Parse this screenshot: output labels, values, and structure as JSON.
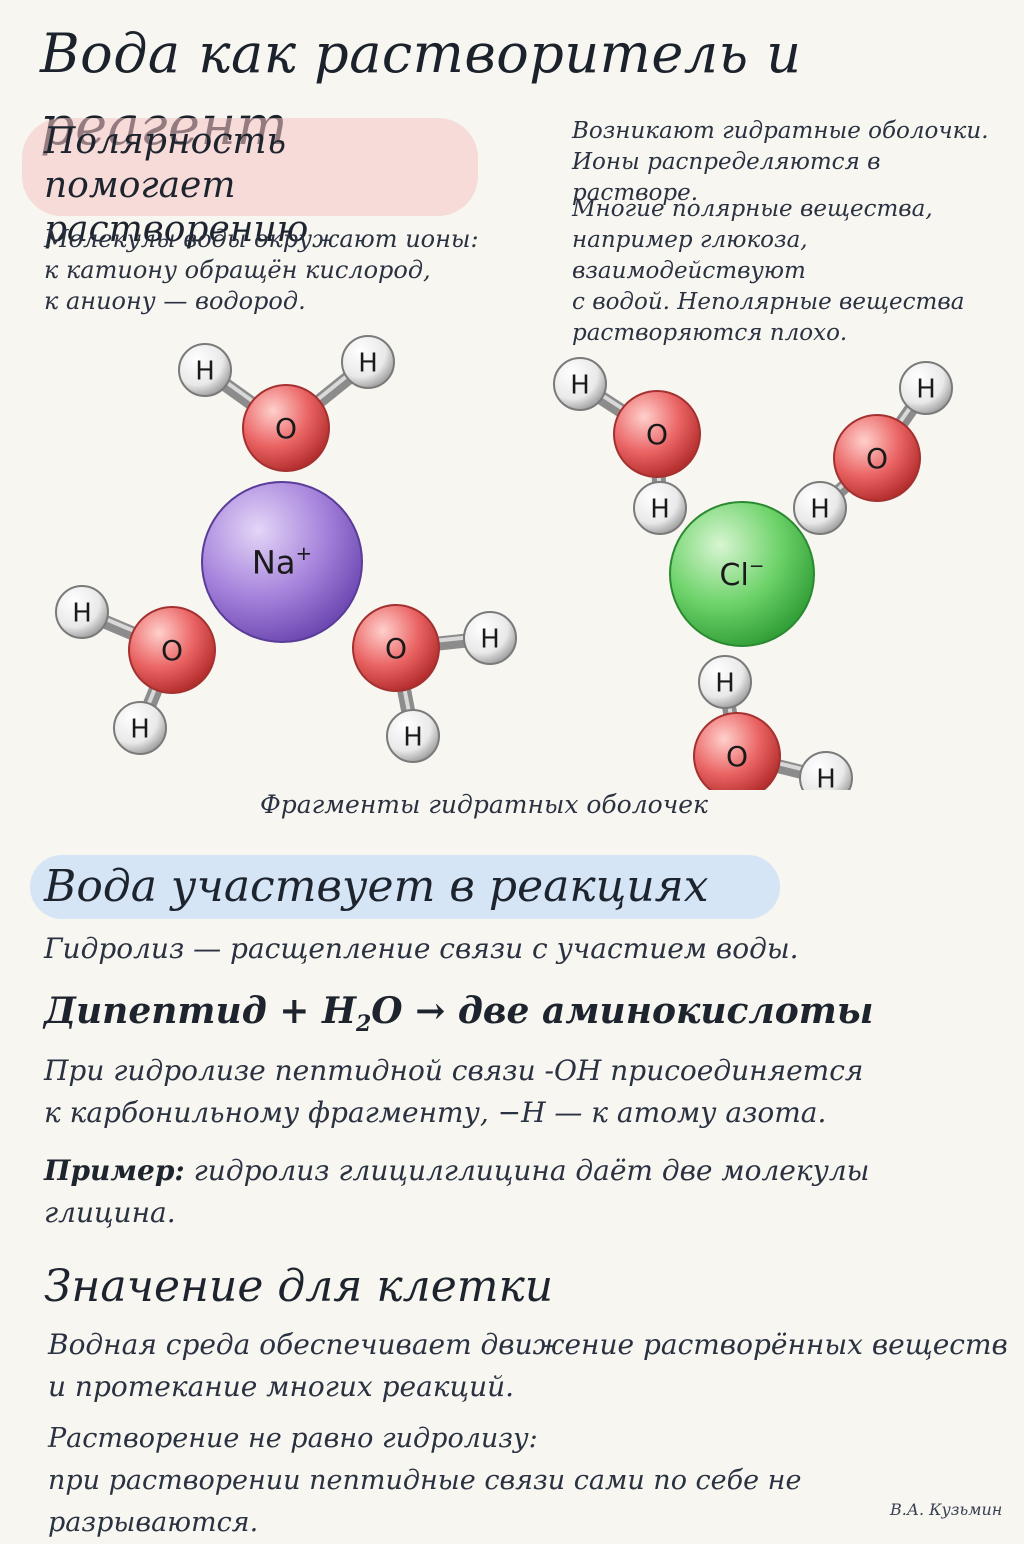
{
  "title": "Вода как растворитель и реагент",
  "section1": {
    "heading_line1": "Полярность помогает",
    "heading_line2": "растворению",
    "text": [
      "Молекулы воды окружают ионы:",
      "к катиону обращён кислород,",
      "к аниону — водород."
    ]
  },
  "notes": {
    "para1": [
      "Возникают гидратные оболочки.",
      "Ионы распределяются в растворе."
    ],
    "para2": [
      "Многие полярные вещества,",
      "например глюкоза, взаимодействуют",
      "с водой. Неполярные вещества",
      "растворяются плохо."
    ]
  },
  "diagram": {
    "caption": "Фрагменты гидратных оболочек",
    "ion_na": "Na",
    "ion_na_charge": "+",
    "ion_cl": "Cl",
    "ion_cl_charge": "−",
    "atom_o": "O",
    "atom_h": "H",
    "colors": {
      "na": "#9a79d6",
      "cl": "#5fcf5f",
      "oxygen": "#e35a5a",
      "hydrogen": "#efefef"
    }
  },
  "section2": {
    "heading": "Вода участвует в реакциях",
    "definition": "Гидролиз — расщепление связи с участием воды.",
    "equation_left": "Дипептид + H",
    "equation_sub": "2",
    "equation_right": "O → две аминокислоты",
    "explanation": [
      "При гидролизе пептидной связи -OH присоединяется",
      "к карбонильному фрагменту, −H — к атому азота."
    ],
    "example_label": "Пример:",
    "example_text": " гидролиз глицилглицина даёт две молекулы",
    "example_text2": "глицина."
  },
  "section3": {
    "heading": "Значение для клетки",
    "para1": [
      "Водная среда обеспечивает движение растворённых веществ",
      "и протекание многих реакций."
    ],
    "para2": [
      "Растворение не равно гидролизу:",
      "при растворении пептидные связи сами по себе не разрываются."
    ]
  },
  "signature": "В.А. Кузьмин"
}
